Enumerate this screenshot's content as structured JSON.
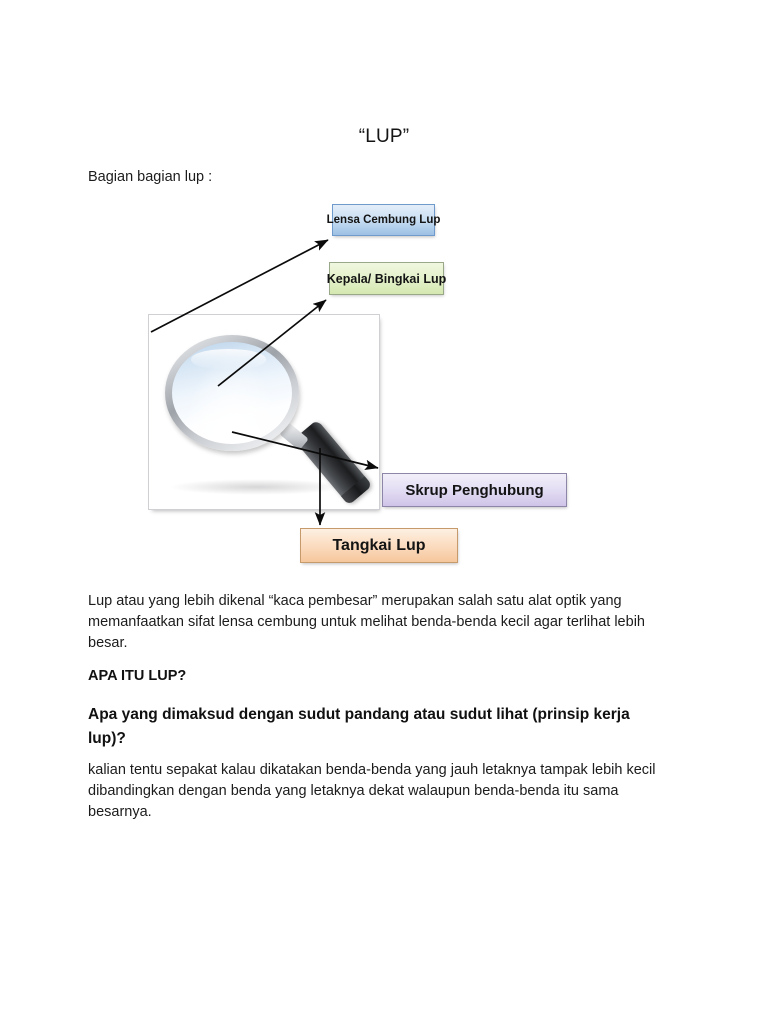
{
  "document": {
    "title": "“LUP”",
    "intro_line": "Bagian bagian lup :"
  },
  "diagram": {
    "name": "lup-parts-diagram",
    "image_alt": "magnifying-glass",
    "labels": [
      {
        "id": "lensa",
        "text": "Lensa Cembung Lup",
        "color": "#cadff3",
        "border": "#6e9bcb"
      },
      {
        "id": "kepala",
        "text": "Kepala/ Bingkai Lup",
        "color": "#e3f0c8",
        "border": "#9aa88a"
      },
      {
        "id": "skrup",
        "text": "Skrup Penghubung",
        "color": "#e3ddf3",
        "border": "#8e86a8"
      },
      {
        "id": "tangkai",
        "text": "Tangkai Lup",
        "color": "#fbdcc0",
        "border": "#c79a6b"
      }
    ]
  },
  "body": {
    "paragraph_1": "Lup atau yang lebih dikenal “kaca pembesar” merupakan salah satu alat optik yang memanfaatkan sifat lensa cembung untuk melihat benda-benda kecil agar terlihat lebih besar.",
    "heading_1": "APA ITU LUP?",
    "heading_2": "Apa yang dimaksud dengan sudut pandang atau sudut lihat (prinsip kerja lup)?",
    "paragraph_2": "kalian tentu sepakat kalau dikatakan benda-benda yang jauh letaknya tampak lebih kecil dibandingkan dengan benda yang letaknya dekat walaupun benda-benda itu sama besarnya."
  }
}
